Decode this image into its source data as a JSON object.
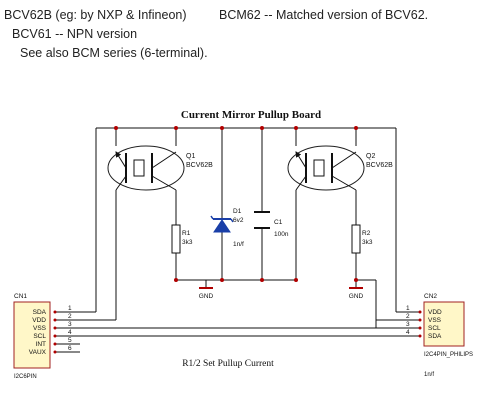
{
  "header": {
    "line1a": "BCV62B (eg: by NXP & Infineon)",
    "line1b": "BCM62 -- Matched version of BCV62.",
    "line2": "BCV61 -- NPN version",
    "line3": "See also BCM series (6-terminal)."
  },
  "schematic": {
    "title": "Current Mirror Pullup Board",
    "caption": "R1/2 Set Pullup Current",
    "q1": {
      "ref": "Q1",
      "part": "BCV62B"
    },
    "q2": {
      "ref": "Q2",
      "part": "BCV62B"
    },
    "d1": {
      "ref": "D1",
      "value": "6v2"
    },
    "c1": {
      "ref": "C1",
      "value": "100n"
    },
    "r1": {
      "ref": "R1",
      "value": "3k3"
    },
    "r2": {
      "ref": "R2",
      "value": "3k3"
    },
    "d1_sub": "1n/f",
    "gnd_label": "GND",
    "cn1": {
      "ref": "CN1",
      "name": "I2C6PIN",
      "pins": [
        "SDA",
        "VDD",
        "VSS",
        "SCL",
        "INT",
        "VAUX"
      ],
      "numbers": [
        "1",
        "2",
        "3",
        "4",
        "5",
        "6"
      ]
    },
    "cn2": {
      "ref": "CN2",
      "name": "I2C4PIN_PHILIPS",
      "pins": [
        "VDD",
        "VSS",
        "SCL",
        "SDA"
      ],
      "numbers": [
        "1",
        "2",
        "3",
        "4"
      ]
    },
    "cn2_sub": "1n/f"
  },
  "colors": {
    "wire": "#101010",
    "node": "#b00000",
    "connector_fill": "#fff7c8",
    "connector_stroke": "#a02020",
    "transistor_outline": "#202020",
    "diode": "#1a3fa8",
    "text": "#111111"
  }
}
